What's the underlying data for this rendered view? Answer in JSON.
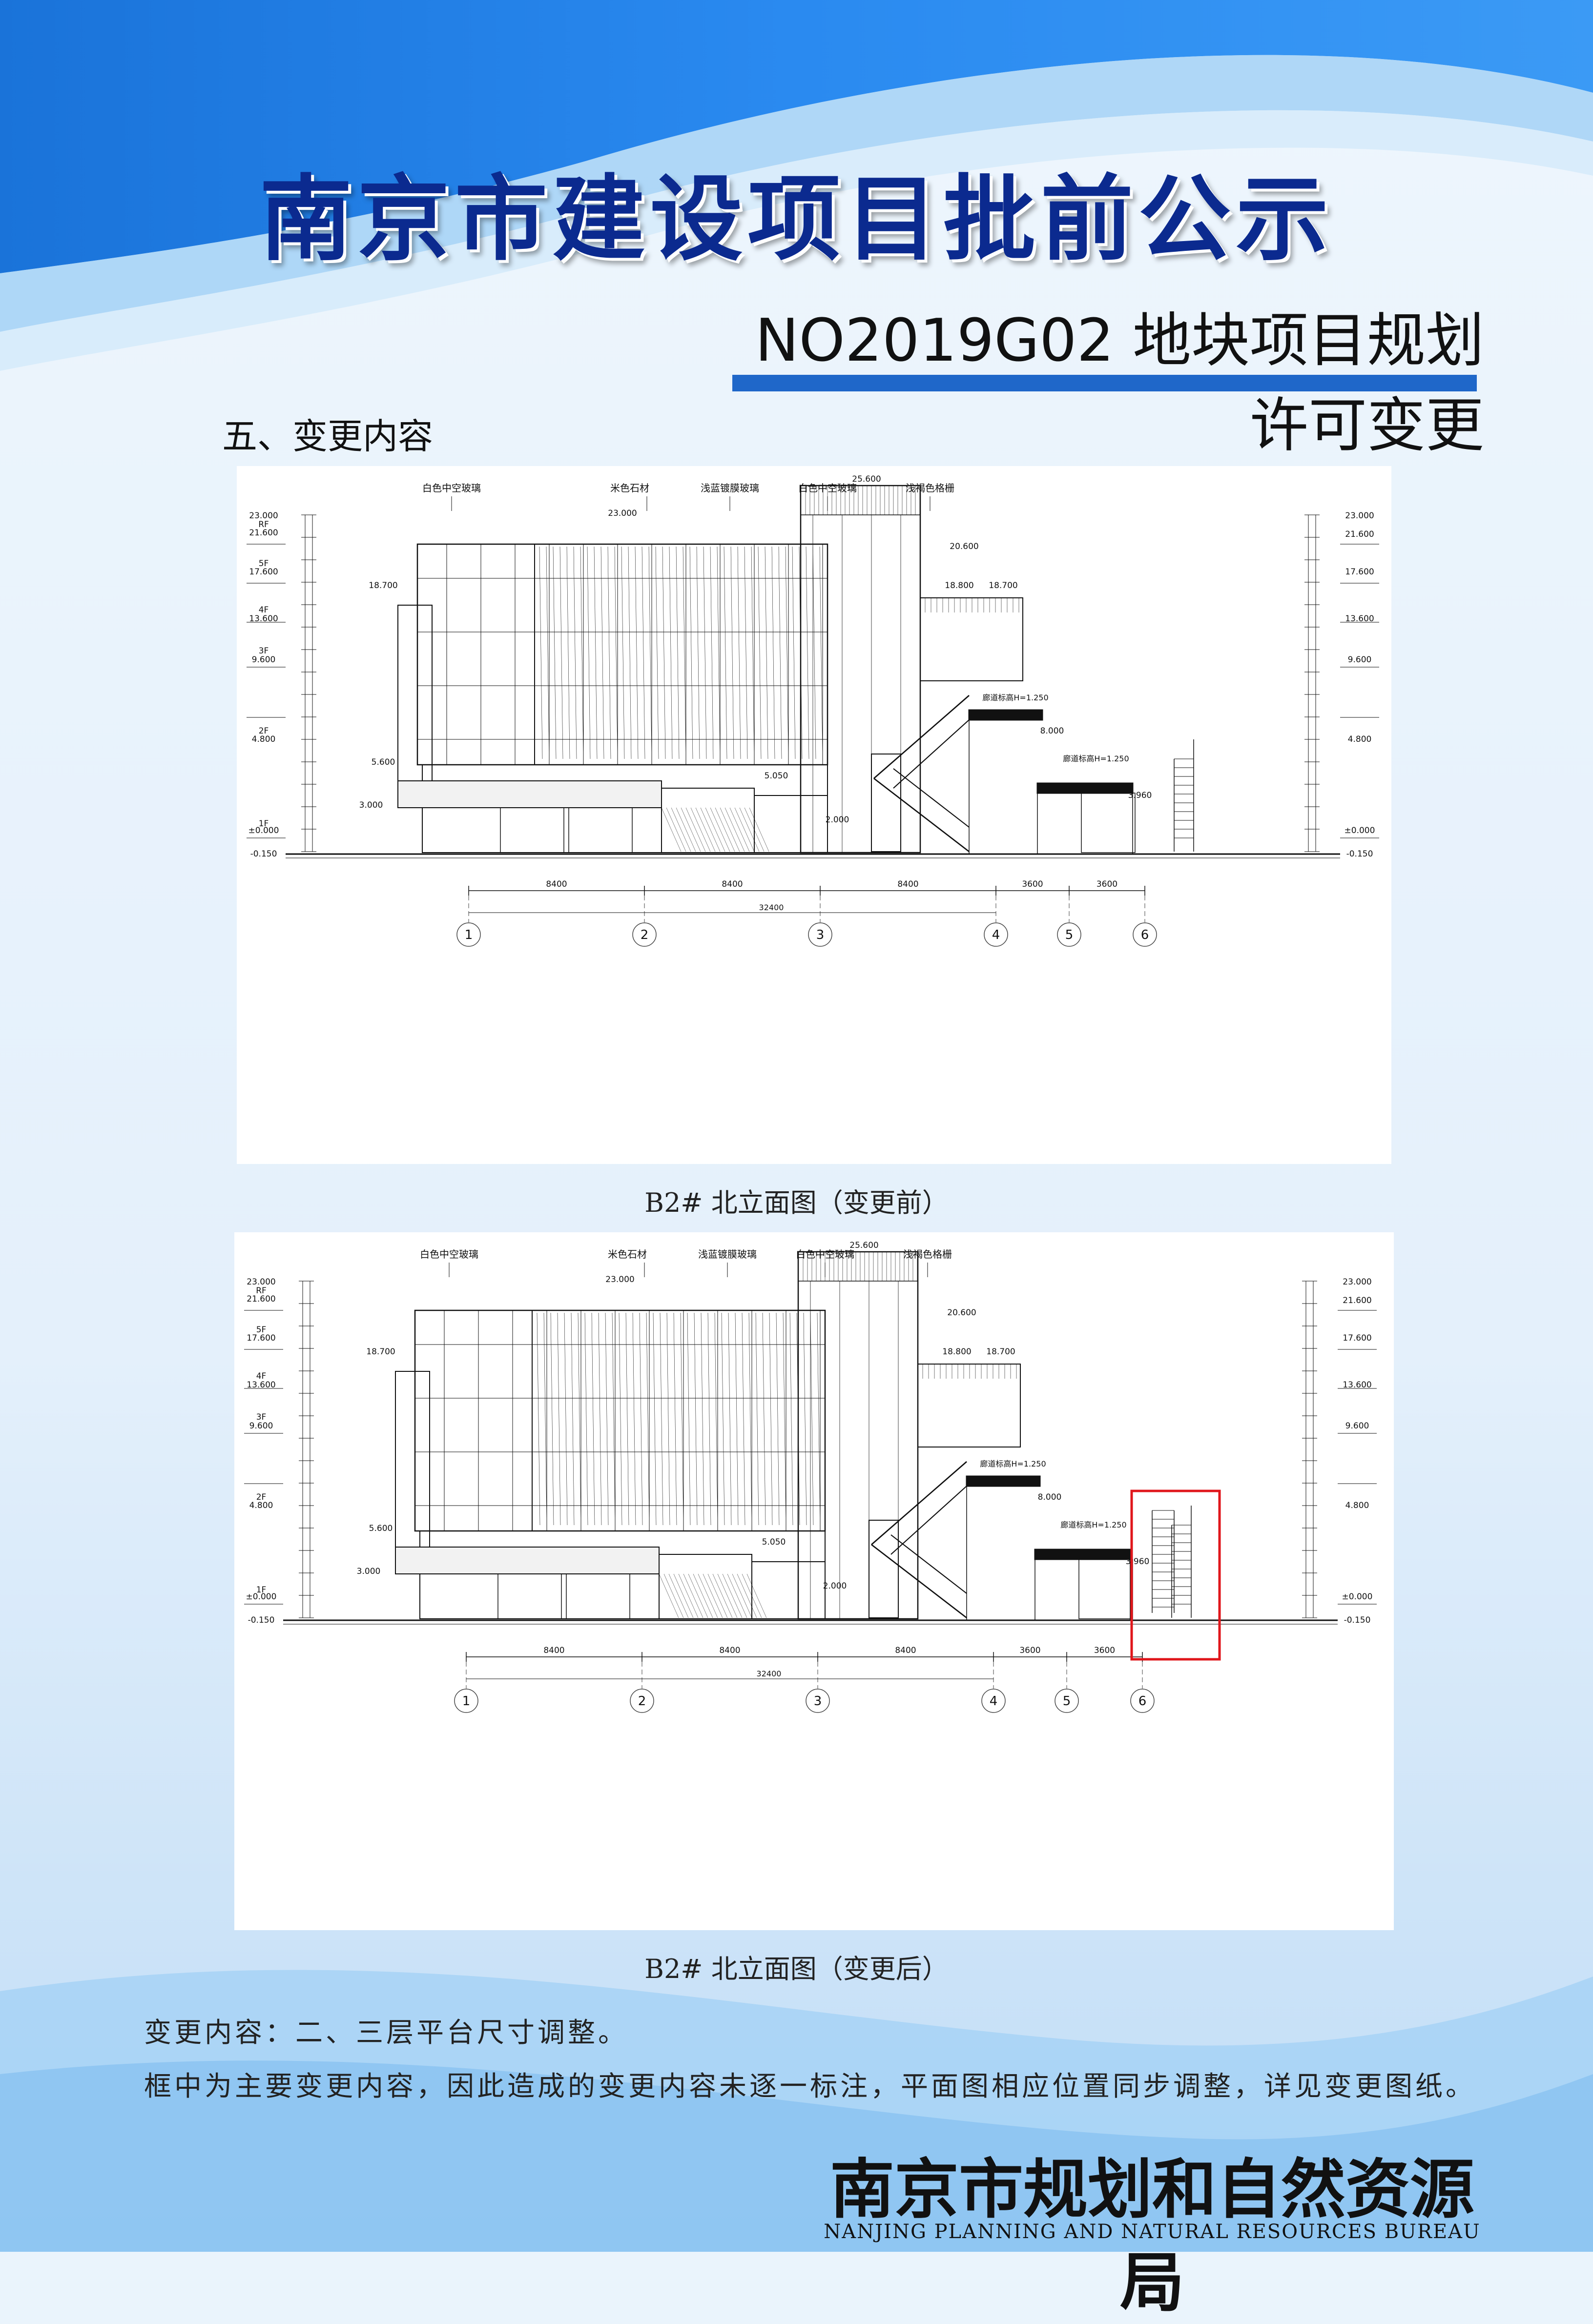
{
  "header": {
    "title": "南京市建设项目批前公示",
    "subtitle": "NO2019G02 地块项目规划许可变更"
  },
  "section_heading": "五、变更内容",
  "drawing": {
    "materials": [
      "白色中空玻璃",
      "米色石材",
      "浅蓝镀膜玻璃",
      "白色中空玻璃",
      "浅褐色格栅"
    ],
    "elev_left": [
      "23.000",
      "RF",
      "21.600",
      "5F",
      "17.600",
      "4F",
      "13.600",
      "3F",
      "9.600",
      "2F",
      "4.800",
      "1F",
      "±0.000",
      "-0.150"
    ],
    "elev_right": [
      "23.000",
      "21.600",
      "17.600",
      "13.600",
      "9.600",
      "4.800",
      "±0.000",
      "-0.150"
    ],
    "inner_labels": [
      "25.600",
      "23.000",
      "20.600",
      "18.700",
      "18.800",
      "18.700",
      "廊道标高H=1.250",
      "8.000",
      "廊道标高H=1.250",
      "3.960",
      "5.600",
      "5.050",
      "3.000",
      "2.000"
    ],
    "spans": [
      "8400",
      "8400",
      "8400",
      "3600",
      "3600"
    ],
    "total_span": "32400",
    "axes": [
      "1",
      "2",
      "3",
      "4",
      "5",
      "6"
    ]
  },
  "captions": {
    "before": "B2#  北立面图（变更前）",
    "after": "B2#  北立面图（变更后）"
  },
  "notes": {
    "line1": "变更内容：二、三层平台尺寸调整。",
    "line2": "框中为主要变更内容，因此造成的变更内容未逐一标注，平面图相应位置同步调整，详见变更图纸。"
  },
  "footer": {
    "org_cn": "南京市规划和自然资源局",
    "org_en": "NANJING PLANNING AND NATURAL RESOURCES BUREAU"
  },
  "colors": {
    "title": "#0b2a8f",
    "accent_bar": "#1f67c9",
    "highlight_box": "#e0161b"
  }
}
